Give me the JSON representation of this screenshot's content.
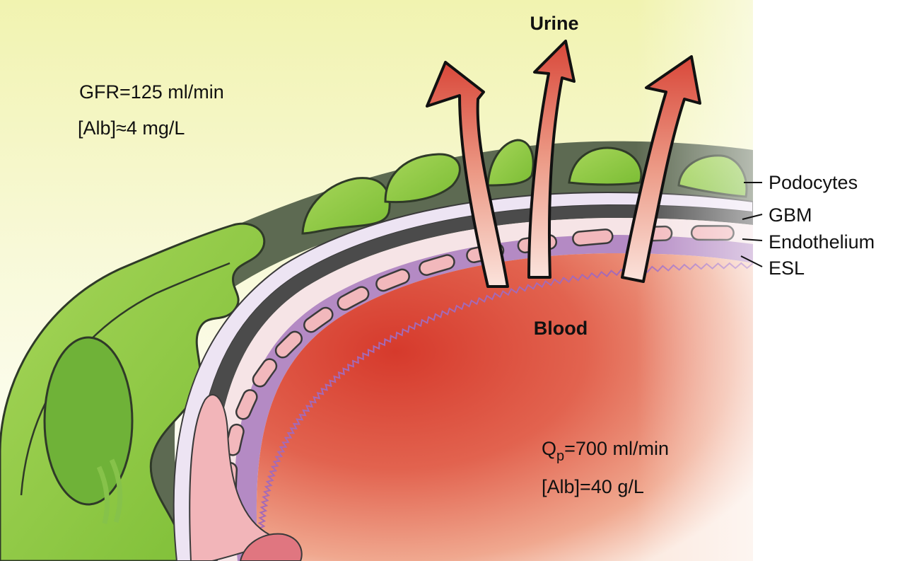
{
  "labels": {
    "urine": "Urine",
    "blood": "Blood",
    "gfr": "GFR=125 ml/min",
    "alb_urine": "[Alb]≈4 mg/L",
    "qp_main": "Q",
    "qp_sub": "p",
    "qp_rest": "=700 ml/min",
    "alb_blood": "[Alb]=40 g/L"
  },
  "layers": [
    {
      "key": "podocytes",
      "label": "Podocytes"
    },
    {
      "key": "gbm",
      "label": "GBM"
    },
    {
      "key": "endothelium",
      "label": "Endothelium"
    },
    {
      "key": "esl",
      "label": "ESL"
    }
  ],
  "colors": {
    "urine_space": "#f6f7c6",
    "podocyte": "#8cc63f",
    "podocyte_dark": "#5a6b4a",
    "gbm": "#e9dff0",
    "gbm_dark": "#4a4a4a",
    "esl": "#b58bc6",
    "blood": "#e0533e",
    "endothelium": "#f2b8bc",
    "arrow": "#e06a5a"
  }
}
